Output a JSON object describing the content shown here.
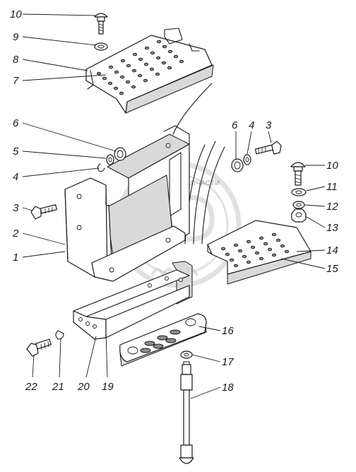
{
  "watermark": {
    "logo_letters": "ЭДФ",
    "text": "ТЕХНИКА И ЗАПЧАСТИ"
  },
  "callouts": [
    "1",
    "2",
    "3",
    "4",
    "5",
    "6",
    "7",
    "8",
    "9",
    "10",
    "11",
    "12",
    "13",
    "14",
    "15",
    "16",
    "17",
    "18",
    "19",
    "20",
    "21",
    "22"
  ]
}
